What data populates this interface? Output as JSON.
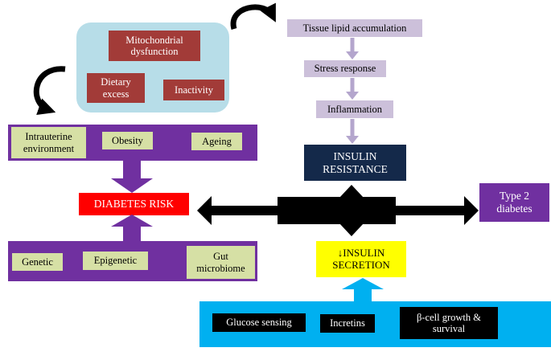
{
  "cluster": {
    "mitochondrial": "Mitochondrial dysfunction",
    "dietary_excess": "Dietary excess",
    "inactivity": "Inactivity"
  },
  "cascade": {
    "tissue_lipid": "Tissue lipid accumulation",
    "stress_response": "Stress response",
    "inflammation": "Inflammation",
    "insulin_resistance": "INSULIN RESISTANCE"
  },
  "risk_top": {
    "intrauterine": "Intrauterine environment",
    "obesity": "Obesity",
    "ageing": "Ageing"
  },
  "diabetes_risk": "DIABETES RISK",
  "risk_bottom": {
    "genetic": "Genetic",
    "epigenetic": "Epigenetic",
    "gut_microbiome": "Gut microbiome"
  },
  "type2_diabetes": "Type 2 diabetes",
  "insulin_secretion": "↓INSULIN SECRETION",
  "beta_cell": {
    "glucose_sensing": "Glucose sensing",
    "incretins": "Incretins",
    "growth_survival": "β-cell growth & survival"
  },
  "colors": {
    "purple": "#7030a0",
    "cyan": "#00b0f0",
    "red": "#ff0000",
    "yellow": "#ffff00",
    "lavender": "#ccc0da",
    "lavender_arrow": "#b4a6cd",
    "dark_red": "#a23b38",
    "navy": "#14294a",
    "light_green": "#d6e0a5",
    "light_blue": "#b7dde8",
    "black": "#000000"
  }
}
